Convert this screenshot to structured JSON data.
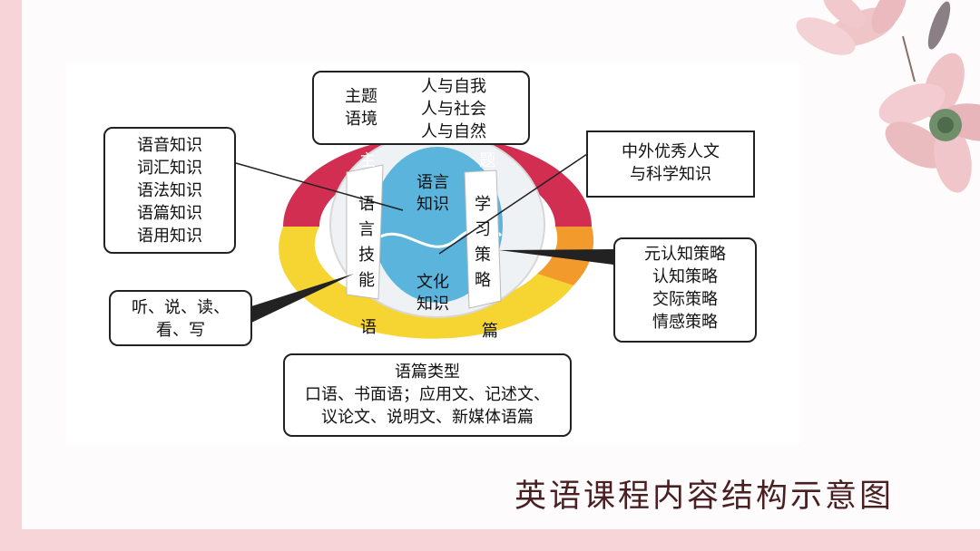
{
  "title": "英语课程内容结构示意图",
  "theme_box": {
    "label_lines": [
      "主题",
      "语境"
    ],
    "items": [
      "人与自我",
      "人与社会",
      "人与自然"
    ]
  },
  "ring": {
    "top_label_1": "主",
    "top_label_2": "题",
    "bottom_label_1": "语",
    "bottom_label_2": "篇"
  },
  "center": {
    "language_knowledge": [
      "语言",
      "知识"
    ],
    "cultural_knowledge": [
      "文化",
      "知识"
    ],
    "language_skills": [
      "语",
      "言",
      "技",
      "能"
    ],
    "learning_strategies": [
      "学",
      "习",
      "策",
      "略"
    ]
  },
  "language_knowledge_box": [
    "语音知识",
    "词汇知识",
    "语法知识",
    "语篇知识",
    "语用知识"
  ],
  "skills_box": [
    "听、说、读、",
    "看、写"
  ],
  "culture_box": [
    "中外优秀人文",
    "与科学知识"
  ],
  "strategies_box": [
    "元认知策略",
    "认知策略",
    "交际策略",
    "情感策略"
  ],
  "text_types_box": [
    "语篇类型",
    "口语、书面语；应用文、记述文、",
    "议论文、说明文、新媒体语篇"
  ],
  "colors": {
    "ring_top": "#d12e52",
    "ring_bottom": "#f6d431",
    "ring_right": "#f39a2d",
    "center": "#5ab4dc",
    "title": "#4a1f22",
    "page_border": "#f7d4d8"
  }
}
